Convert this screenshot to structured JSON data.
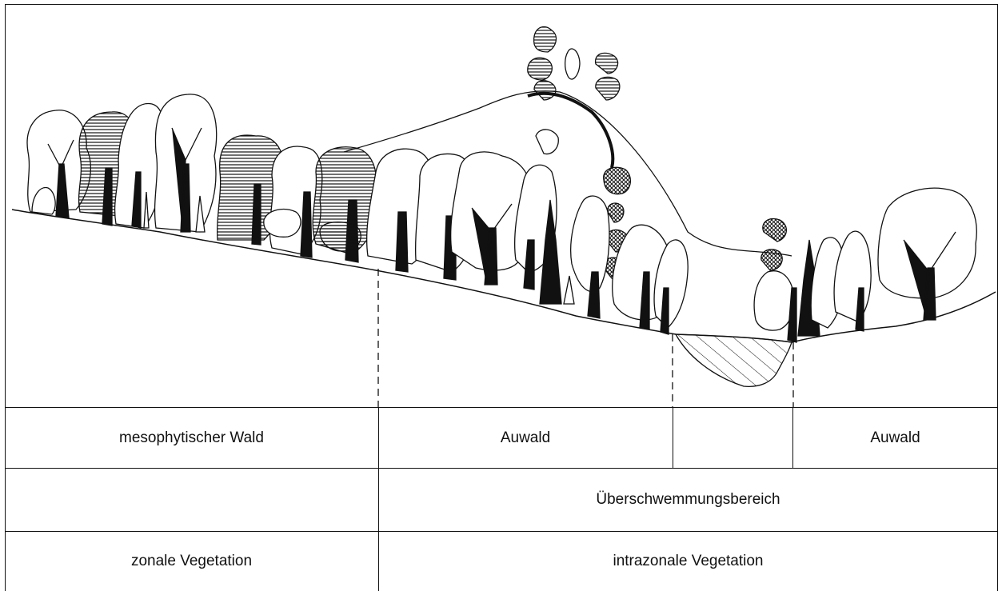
{
  "table": {
    "row1": {
      "left": "mesophytischer Wald",
      "auwald_1": "Auwald",
      "river": "",
      "auwald_2": "Auwald"
    },
    "row2": {
      "left": "",
      "right": "Überschwemmungsbereich"
    },
    "row3": {
      "left": "zonale Vegetation",
      "right": "intrazonale Vegetation"
    }
  }
}
